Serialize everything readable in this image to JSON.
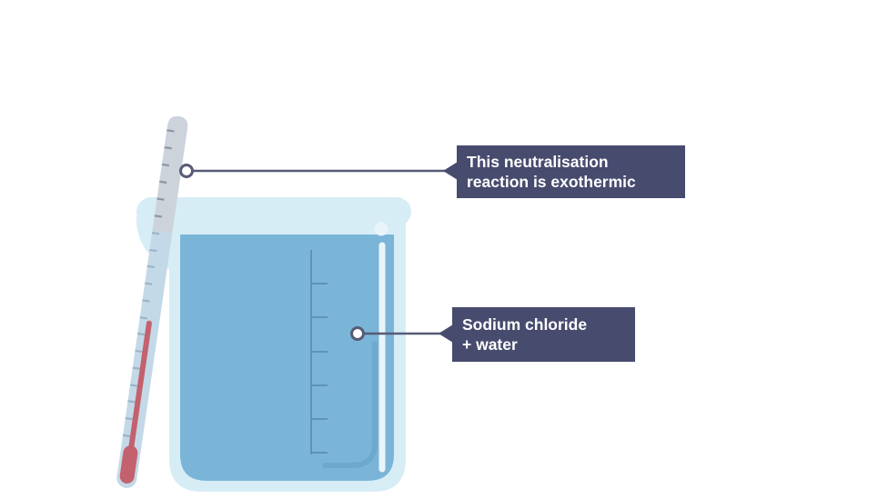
{
  "callouts": {
    "exothermic": {
      "lines": [
        "This neutralisation",
        "reaction is exothermic"
      ]
    },
    "product": {
      "lines": [
        "Sodium chloride",
        "+ water"
      ]
    }
  },
  "colors": {
    "background": "#ffffff",
    "label_bg": "#474b6e",
    "label_text": "#ffffff",
    "connector": "#575b76",
    "callout_dot_fill": "#ffffff",
    "glass": "#d7edf6",
    "liquid": "#7ab5d8",
    "liquid_shadow": "#6ca9cd",
    "liquid_highlight": "#e9f4fa",
    "graduation": "#5e92b7",
    "thermometer_glass": "#cdd3db",
    "thermometer_glass_submerged": "#c3d9e8",
    "thermometer_ticks": "#8d96a6",
    "thermometer_ticks_submerged": "#9db4c6",
    "thermometer_fluid": "#c4616e"
  }
}
